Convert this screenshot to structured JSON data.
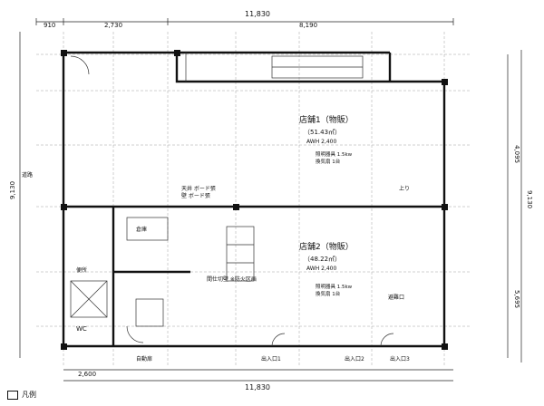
{
  "dimensions": {
    "top_total": "11,830",
    "top_segments": [
      "910",
      "2,730",
      "8,190"
    ],
    "left_total": "9,130",
    "right_upper": "4,095",
    "right_total": "9,130",
    "right_lower": "5,695",
    "bottom_total": "11,830",
    "bottom_left": "2,600"
  },
  "rooms": {
    "shop1_title": "店舗1（物販）",
    "shop1_area": "（51.43㎡）",
    "shop1_note": "AWH 2,400",
    "shop2_title": "店舗2（物販）",
    "shop2_area": "（48.22㎡）",
    "shop2_note": "AWH 2,400",
    "water_closet": "WC",
    "storage": "倉庫",
    "staircase_note": "上り",
    "escape_note": "避難口",
    "partition_note": "間仕切壁 ※防火区画",
    "toilet_label": "便所"
  },
  "notes": {
    "center_spec_1": "天井 ボード張",
    "center_spec_2": "壁 ボード張",
    "exterior_left": "道路",
    "shop1_spec_a": "照明器具 1.5kw",
    "shop1_spec_b": "換気扇 1台",
    "shop2_spec_a": "照明器具 1.5kw",
    "shop2_spec_b": "換気扇 1台",
    "entrance_1": "出入口1",
    "entrance_2": "出入口2",
    "entrance_3": "出入口3",
    "car_entry": "自動扉"
  },
  "legend": {
    "label": "凡例"
  }
}
